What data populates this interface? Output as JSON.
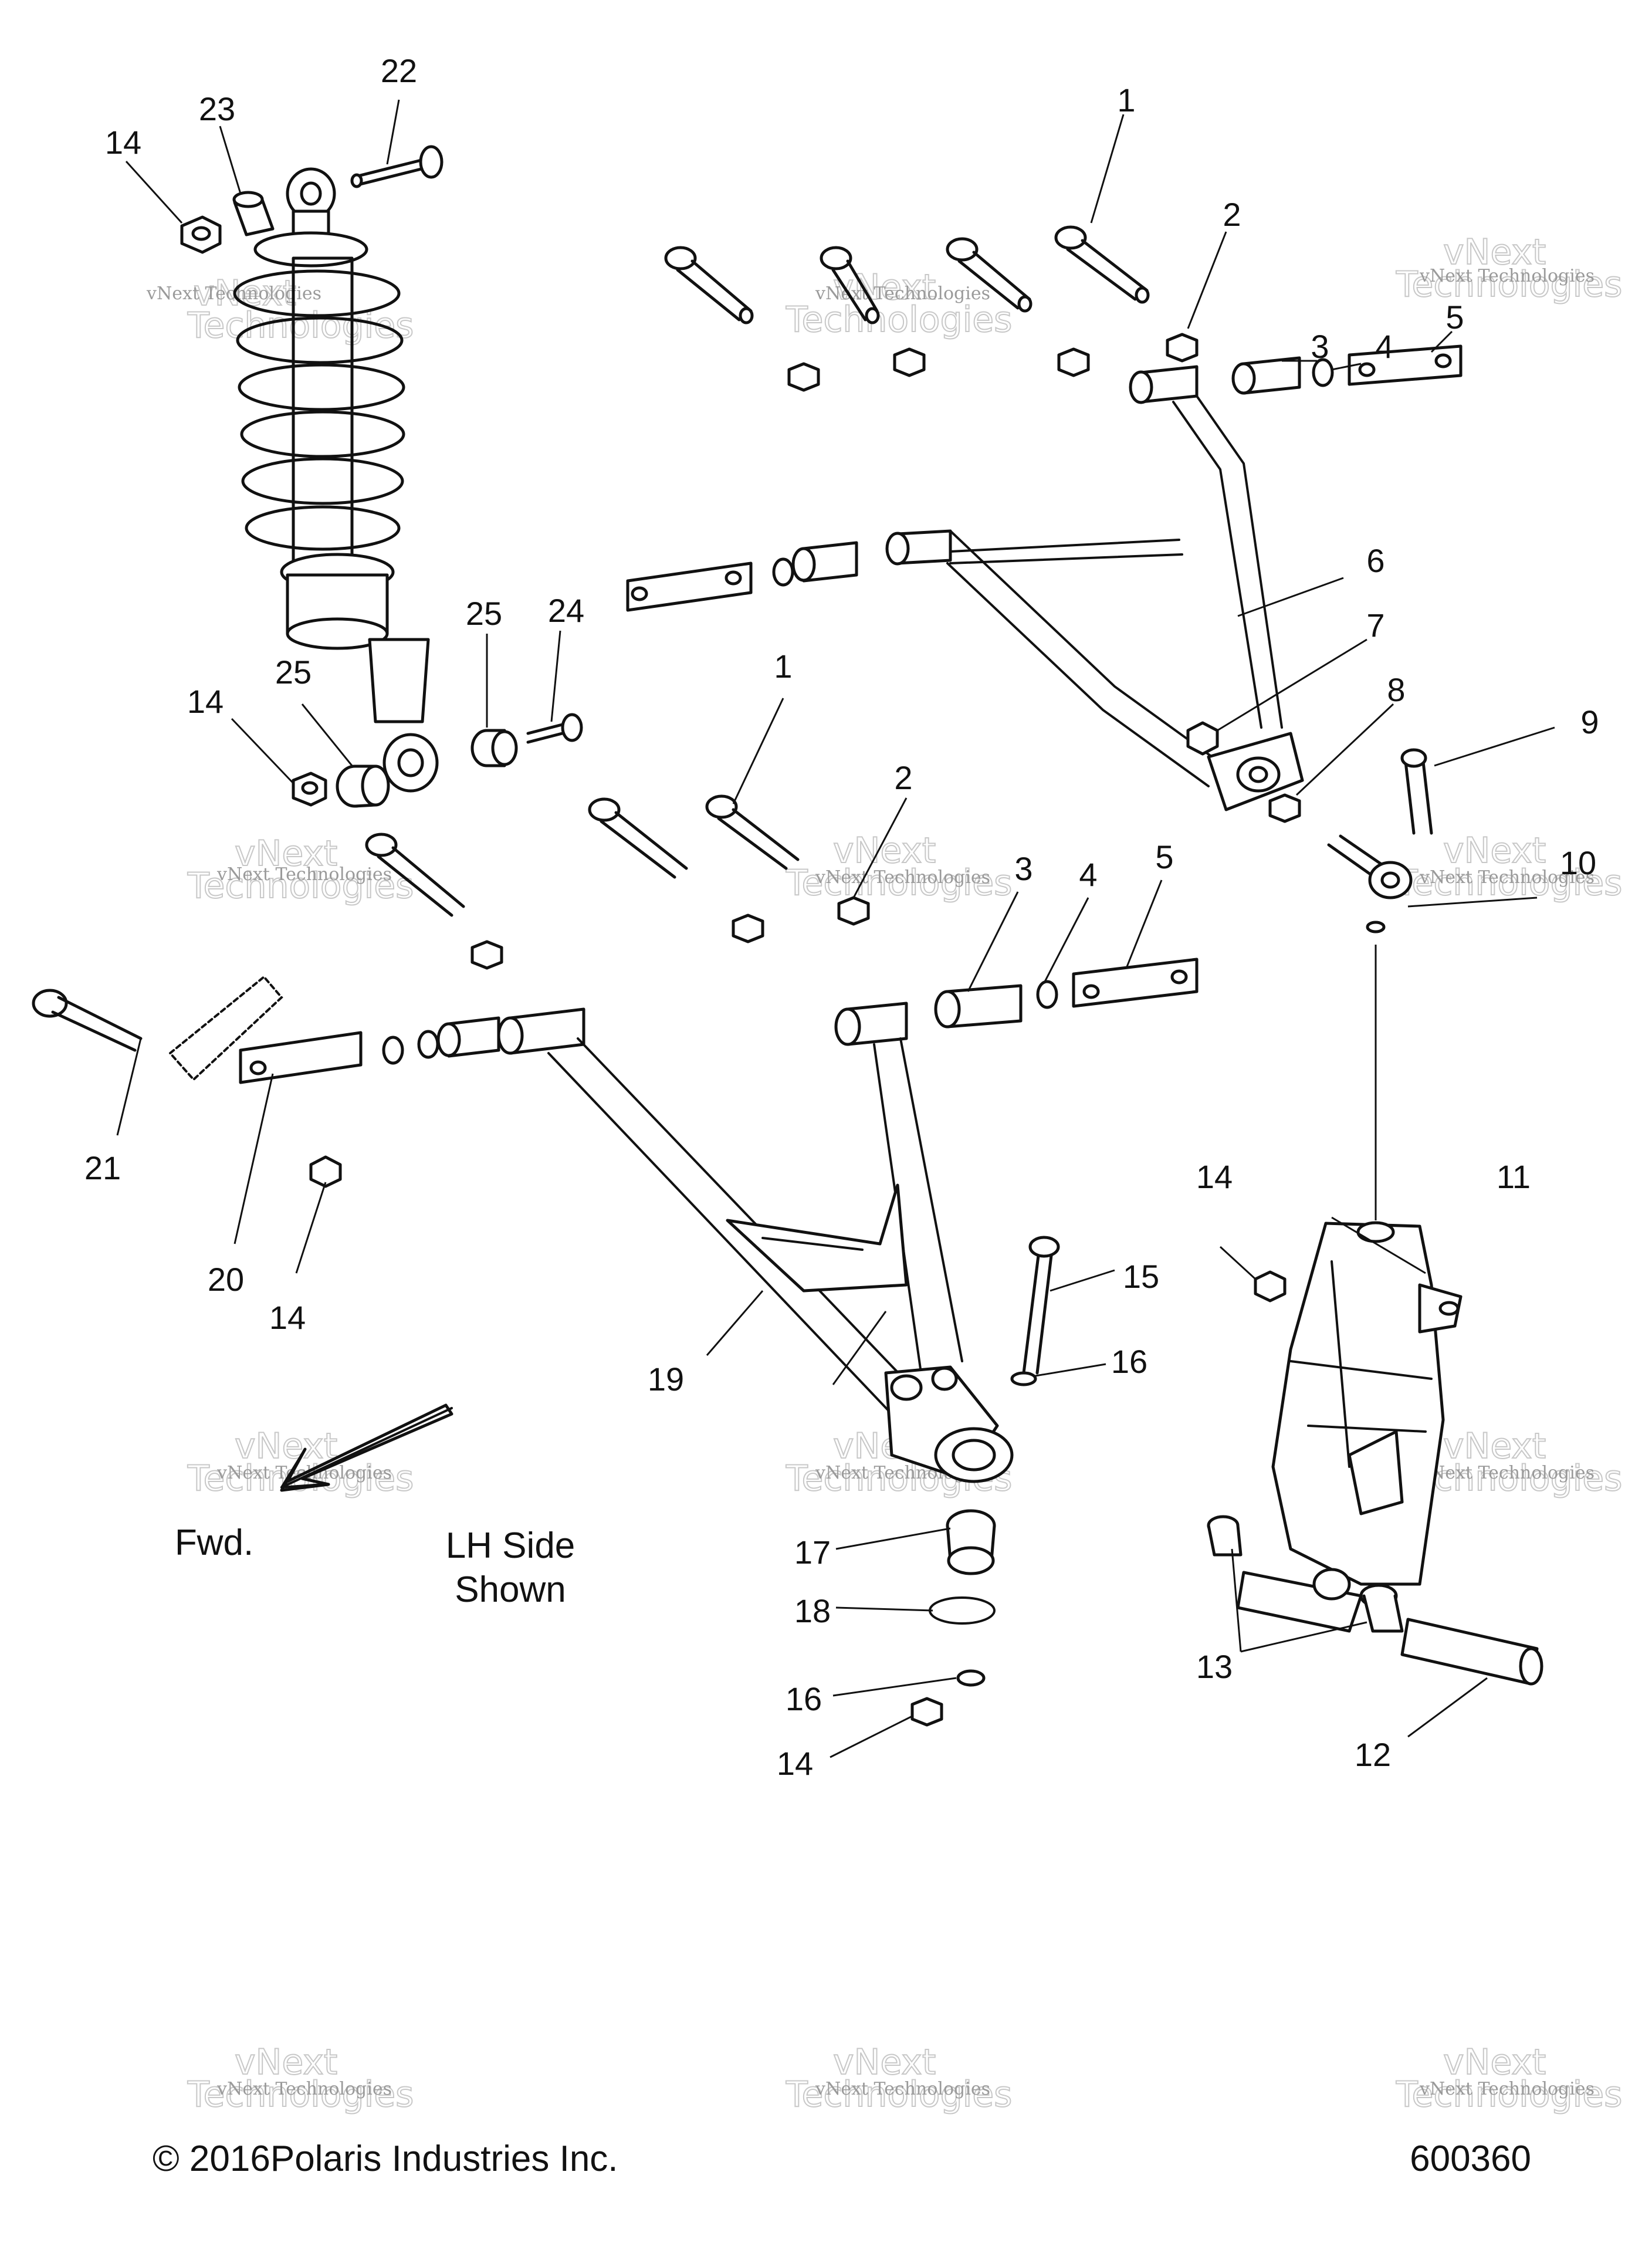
{
  "diagram": {
    "footer_copyright": "© 2016Polaris Industries Inc.",
    "figure_number": "600360",
    "forward_label": "Fwd.",
    "side_note_line1": "LH Side",
    "side_note_line2": "Shown",
    "watermark_small": "vNext Technologies",
    "watermark_big_line1": "vNext",
    "watermark_big_line2": "Technologies",
    "callouts": [
      {
        "id": "c-22",
        "text": "22"
      },
      {
        "id": "c-23",
        "text": "23"
      },
      {
        "id": "c-14a",
        "text": "14"
      },
      {
        "id": "c-1a",
        "text": "1"
      },
      {
        "id": "c-2a",
        "text": "2"
      },
      {
        "id": "c-3a",
        "text": "3"
      },
      {
        "id": "c-4a",
        "text": "4"
      },
      {
        "id": "c-5a",
        "text": "5"
      },
      {
        "id": "c-6",
        "text": "6"
      },
      {
        "id": "c-7",
        "text": "7"
      },
      {
        "id": "c-8",
        "text": "8"
      },
      {
        "id": "c-9",
        "text": "9"
      },
      {
        "id": "c-10",
        "text": "10"
      },
      {
        "id": "c-25a",
        "text": "25"
      },
      {
        "id": "c-24",
        "text": "24"
      },
      {
        "id": "c-14b",
        "text": "14"
      },
      {
        "id": "c-25b",
        "text": "25"
      },
      {
        "id": "c-1b",
        "text": "1"
      },
      {
        "id": "c-2b",
        "text": "2"
      },
      {
        "id": "c-3b",
        "text": "3"
      },
      {
        "id": "c-4b",
        "text": "4"
      },
      {
        "id": "c-5b",
        "text": "5"
      },
      {
        "id": "c-21",
        "text": "21"
      },
      {
        "id": "c-20",
        "text": "20"
      },
      {
        "id": "c-14c",
        "text": "14"
      },
      {
        "id": "c-14d",
        "text": "14"
      },
      {
        "id": "c-11",
        "text": "11"
      },
      {
        "id": "c-15",
        "text": "15"
      },
      {
        "id": "c-16a",
        "text": "16"
      },
      {
        "id": "c-19",
        "text": "19"
      },
      {
        "id": "c-17",
        "text": "17"
      },
      {
        "id": "c-18",
        "text": "18"
      },
      {
        "id": "c-16b",
        "text": "16"
      },
      {
        "id": "c-14e",
        "text": "14"
      },
      {
        "id": "c-13",
        "text": "13"
      },
      {
        "id": "c-12",
        "text": "12"
      }
    ]
  }
}
